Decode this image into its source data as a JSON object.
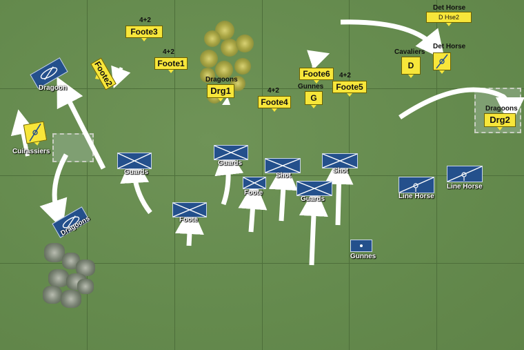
{
  "board": {
    "grid_color": "#4d6e3a",
    "field_color": "#6a8c52"
  },
  "colors": {
    "blue_unit": "#24508c",
    "yellow_unit": "#f7e63a",
    "arrow": "#ffffff",
    "terrain": "#7f9f72"
  },
  "blue_units": [
    {
      "id": "dragoons-nw",
      "label": "Dragoon"
    },
    {
      "id": "cav-left",
      "label": "Cuirassiers"
    },
    {
      "id": "guards-1",
      "label": "Guards"
    },
    {
      "id": "guards-2",
      "label": "Guards"
    },
    {
      "id": "foote-1",
      "label": "Foote"
    },
    {
      "id": "foote-2",
      "label": "Foote"
    },
    {
      "id": "shot-1",
      "label": "Shot"
    },
    {
      "id": "guards-3",
      "label": "Guards"
    },
    {
      "id": "shot-2",
      "label": "Shot"
    },
    {
      "id": "dragoons-sw",
      "label": "Dragoons"
    },
    {
      "id": "gunnes-blue",
      "label": "Gunnes"
    },
    {
      "id": "line-horse-1",
      "label": "Line Horse"
    },
    {
      "id": "line-horse-2",
      "label": "Line Horse"
    }
  ],
  "yellow_units": {
    "foote3": {
      "tag": "Foote3",
      "strength": "4+2"
    },
    "foote1": {
      "tag": "Foote1",
      "strength": "4+2"
    },
    "foote2": {
      "tag": "Foote2"
    },
    "drg1": {
      "tag": "Drg1",
      "label": "Dragoons"
    },
    "foote4": {
      "tag": "Foote4",
      "strength": "4+2"
    },
    "foote6": {
      "tag": "Foote6"
    },
    "gunnes": {
      "tag": "G",
      "label": "Gunnes"
    },
    "foote5": {
      "tag": "Foote5",
      "strength": "4+2"
    },
    "det_horse": {
      "tag": "D Hse2",
      "label": "Det Horse"
    },
    "cavaliers": {
      "tag": "D",
      "label": "Cavaliers"
    },
    "det_horse2": {
      "label": "Det Horse"
    },
    "drg2": {
      "tag": "Drg2",
      "label": "Dragoons"
    }
  }
}
